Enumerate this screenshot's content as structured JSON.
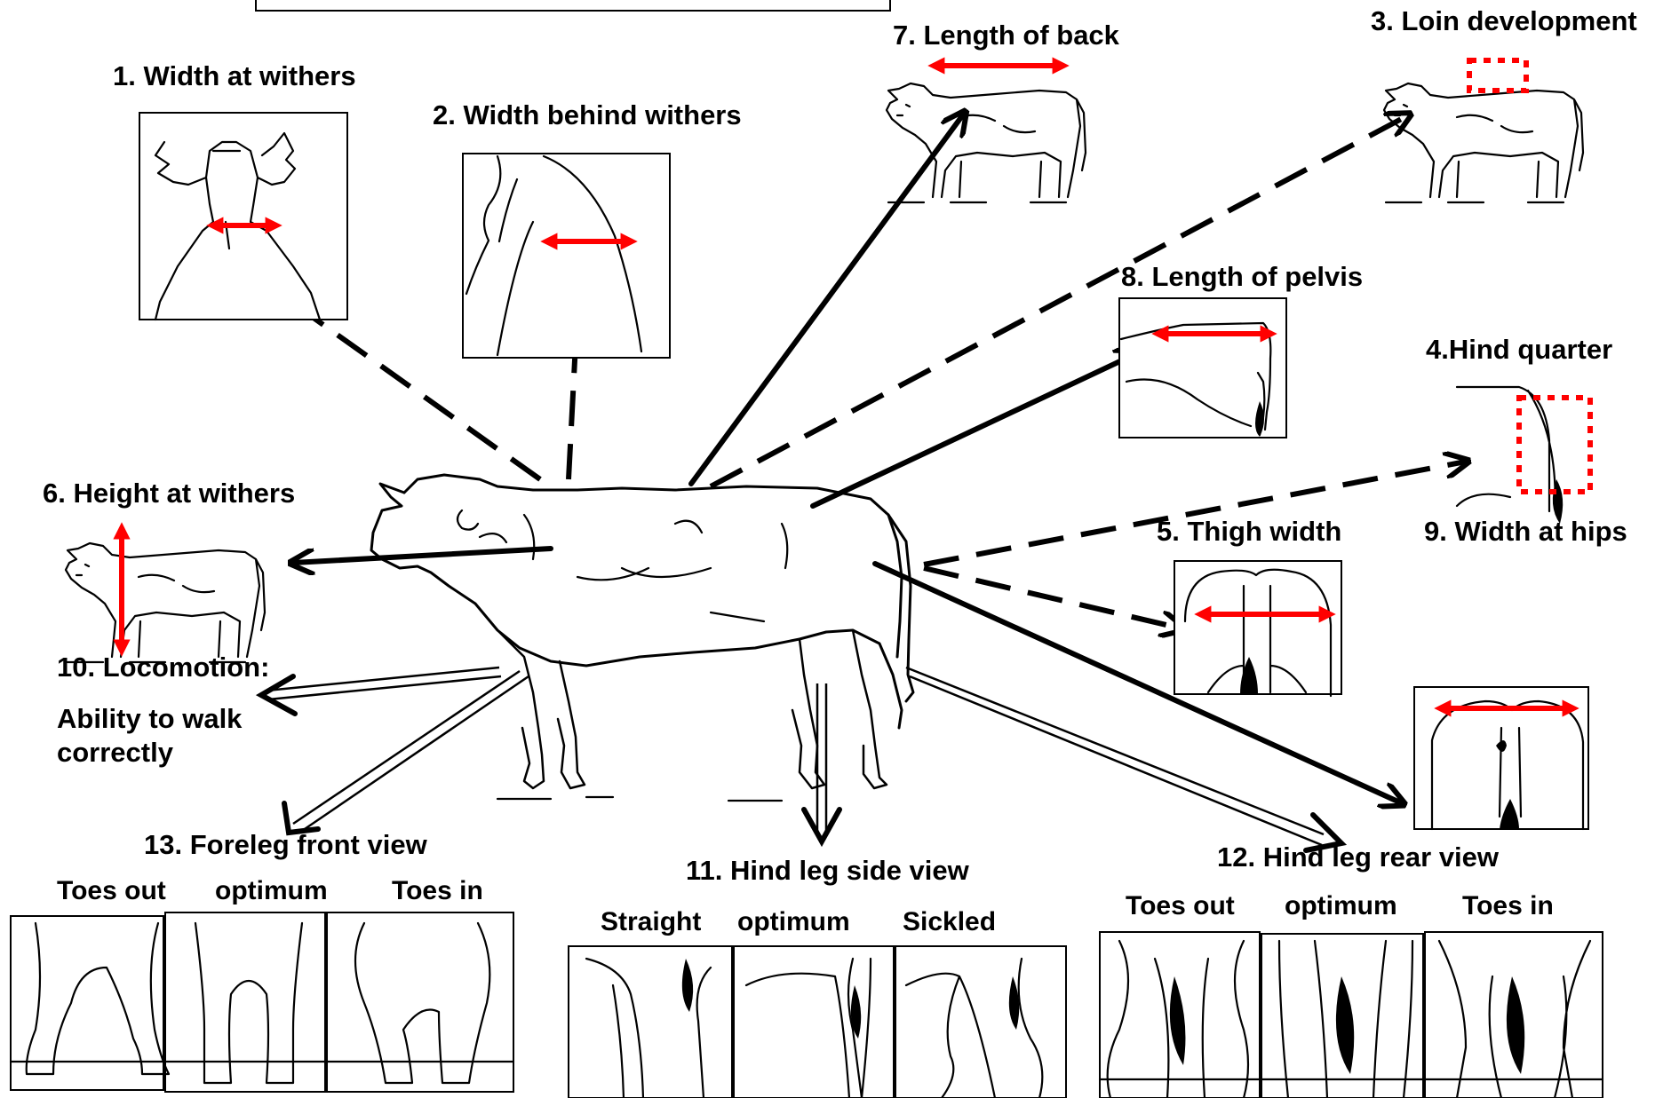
{
  "labels": {
    "width_at_withers": "1. Width at withers",
    "width_behind_withers": "2. Width behind withers",
    "loin_development": "3. Loin development",
    "hind_quarter": "4.Hind quarter",
    "thigh_width": "5. Thigh width",
    "height_at_withers": "6. Height at withers",
    "length_of_back": "7. Length of back",
    "length_of_pelvis": "8.  Length of pelvis",
    "width_at_hips": "9. Width at hips",
    "locomotion": "10. Locomotion:",
    "locomotion_desc_1": "Ability to walk",
    "locomotion_desc_2": "correctly",
    "hind_leg_side": "11. Hind leg side view",
    "hind_leg_rear": "12. Hind leg rear view",
    "foreleg_front": "13. Foreleg front view"
  },
  "foreleg_panels": [
    "Toes out",
    "optimum",
    "Toes in"
  ],
  "hindside_panels": [
    "Straight",
    "optimum",
    "Sickled"
  ],
  "hindrear_panels": [
    "Toes out",
    "optimum",
    "Toes in"
  ],
  "colors": {
    "accent": "#ff0000",
    "line": "#000000"
  }
}
